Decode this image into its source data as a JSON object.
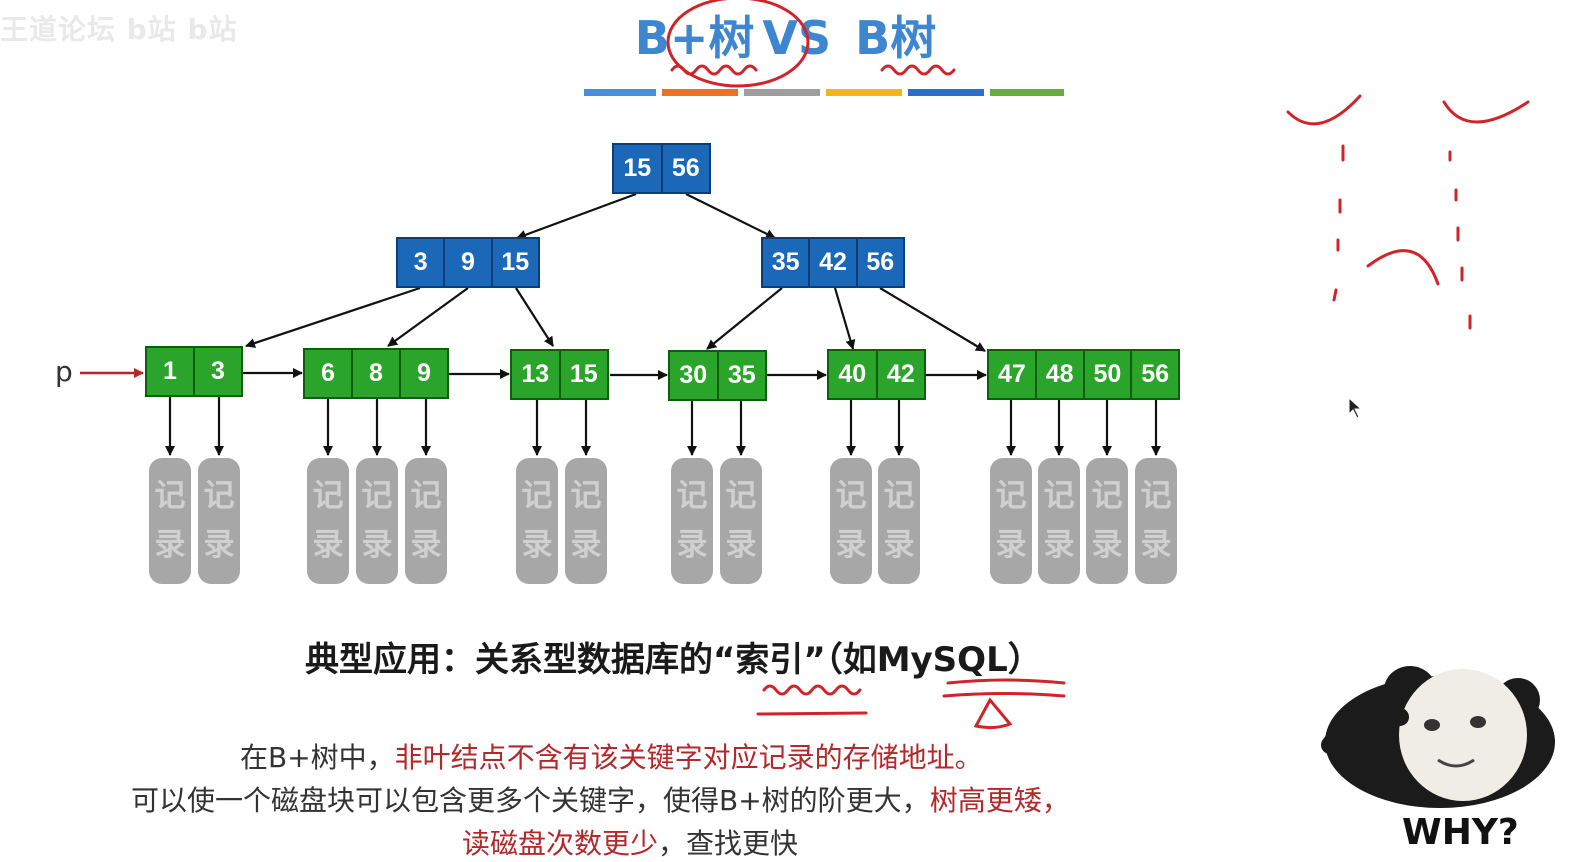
{
  "watermark": "王道论坛 b站 b站",
  "title": {
    "part1": "B+树",
    "vs": "VS",
    "part2": "B树"
  },
  "colors": {
    "blue_node": "#1c68b8",
    "green_node": "#2aa42a",
    "record": "#a7a7a7",
    "accent_red": "#b3282b",
    "title_blue": "#3f86d0",
    "bar_colors": [
      "#4a8fd6",
      "#e8742c",
      "#9e9e9e",
      "#f2b51c",
      "#2c6ec5",
      "#6aac44"
    ]
  },
  "tree": {
    "root": [
      "15",
      "56"
    ],
    "level1": [
      [
        "3",
        "9",
        "15"
      ],
      [
        "35",
        "42",
        "56"
      ]
    ],
    "leaves": [
      [
        "1",
        "3"
      ],
      [
        "6",
        "8",
        "9"
      ],
      [
        "13",
        "15"
      ],
      [
        "30",
        "35"
      ],
      [
        "40",
        "42"
      ],
      [
        "47",
        "48",
        "50",
        "56"
      ]
    ],
    "record_text": {
      "line1": "记",
      "line2": "录"
    },
    "pointer_label": "p"
  },
  "application": "典型应用：关系型数据库的“索引”（如MySQL）",
  "explanation": {
    "line1_prefix": "在B+树中，",
    "line1_red": "非叶结点不含有该关键字对应记录的存储地址。",
    "line2_prefix": "可以使一个磁盘块可以包含更多个关键字，使得B+树的阶更大，",
    "line2_red": "树高更矮，",
    "line3_red": "读磁盘次数更少",
    "line3_suffix": "，查找更快"
  },
  "meme": {
    "caption": "WHY?",
    "icon": "panda-meme-face"
  }
}
